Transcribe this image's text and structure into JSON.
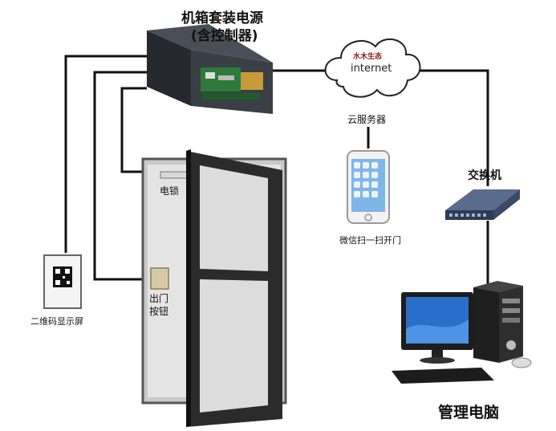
{
  "labels": {
    "controller_box_line1": "机箱套装电源",
    "controller_box_line2": "(含控制器)",
    "cloud_text": "internet",
    "cloud_logo": "水木生态",
    "cloud_server": "云服务器",
    "phone_caption": "微信扫一扫开门",
    "switch": "交换机",
    "qr_screen": "二维码显示屏",
    "electric_lock": "电锁",
    "exit_button_line1": "出门",
    "exit_button_line2": "按钮",
    "admin_pc": "管理电脑"
  },
  "colors": {
    "wire": "#111111",
    "door_frame": "#2b2b2b",
    "panel_box": "#2f3238",
    "switch_body": "#3a4a66",
    "monitor_screen": "#2a6fc9"
  }
}
